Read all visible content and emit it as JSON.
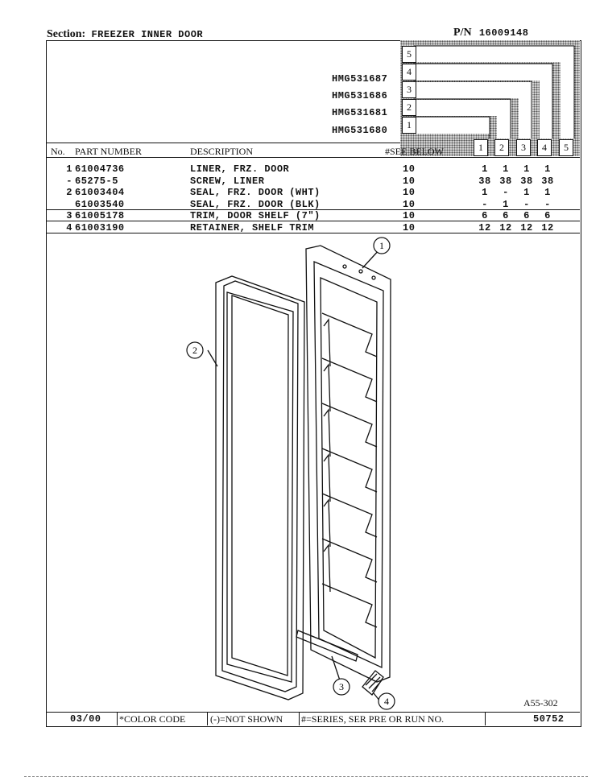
{
  "header": {
    "section_label": "Section:",
    "section_name": "FREEZER INNER DOOR",
    "pn_label": "P/N",
    "pn_value": "16009148"
  },
  "models": [
    "HMG531687",
    "HMG531686",
    "HMG531681",
    "HMG531680"
  ],
  "model_col_numbers": [
    "5",
    "4",
    "3",
    "2",
    "1"
  ],
  "columns": {
    "no": "No.",
    "part_number": "PART NUMBER",
    "description": "DESCRIPTION",
    "see_below": "#SEE BELOW",
    "model_cols": [
      "1",
      "2",
      "3",
      "4",
      "5"
    ]
  },
  "rows": [
    {
      "no": "1",
      "part": "61004736",
      "desc": "LINER, FRZ. DOOR",
      "see": "10",
      "q": [
        "1",
        "1",
        "1",
        "1"
      ]
    },
    {
      "no": "-",
      "part": "65275-5",
      "desc": "SCREW, LINER",
      "see": "10",
      "q": [
        "38",
        "38",
        "38",
        "38"
      ]
    },
    {
      "no": "2",
      "part": "61003404",
      "desc": "SEAL, FRZ. DOOR (WHT)",
      "see": "10",
      "q": [
        "1",
        "-",
        "1",
        "1"
      ]
    },
    {
      "no": "",
      "part": "61003540",
      "desc": "SEAL, FRZ. DOOR (BLK)",
      "see": "10",
      "q": [
        "-",
        "1",
        "-",
        "-"
      ]
    },
    {
      "no": "3",
      "part": "61005178",
      "desc": "TRIM, DOOR SHELF (7\")",
      "see": "10",
      "q": [
        "6",
        "6",
        "6",
        "6"
      ]
    },
    {
      "no": "4",
      "part": "61003190",
      "desc": "RETAINER, SHELF TRIM",
      "see": "10",
      "q": [
        "12",
        "12",
        "12",
        "12"
      ]
    }
  ],
  "callouts": [
    "1",
    "2",
    "3",
    "4"
  ],
  "drawing_ref": "A55-302",
  "footer": {
    "date": "03/00",
    "color_code": "*COLOR CODE",
    "not_shown": "(-)=NOT SHOWN",
    "series": "#=SERIES, SER PRE OR RUN NO.",
    "code": "50752"
  }
}
